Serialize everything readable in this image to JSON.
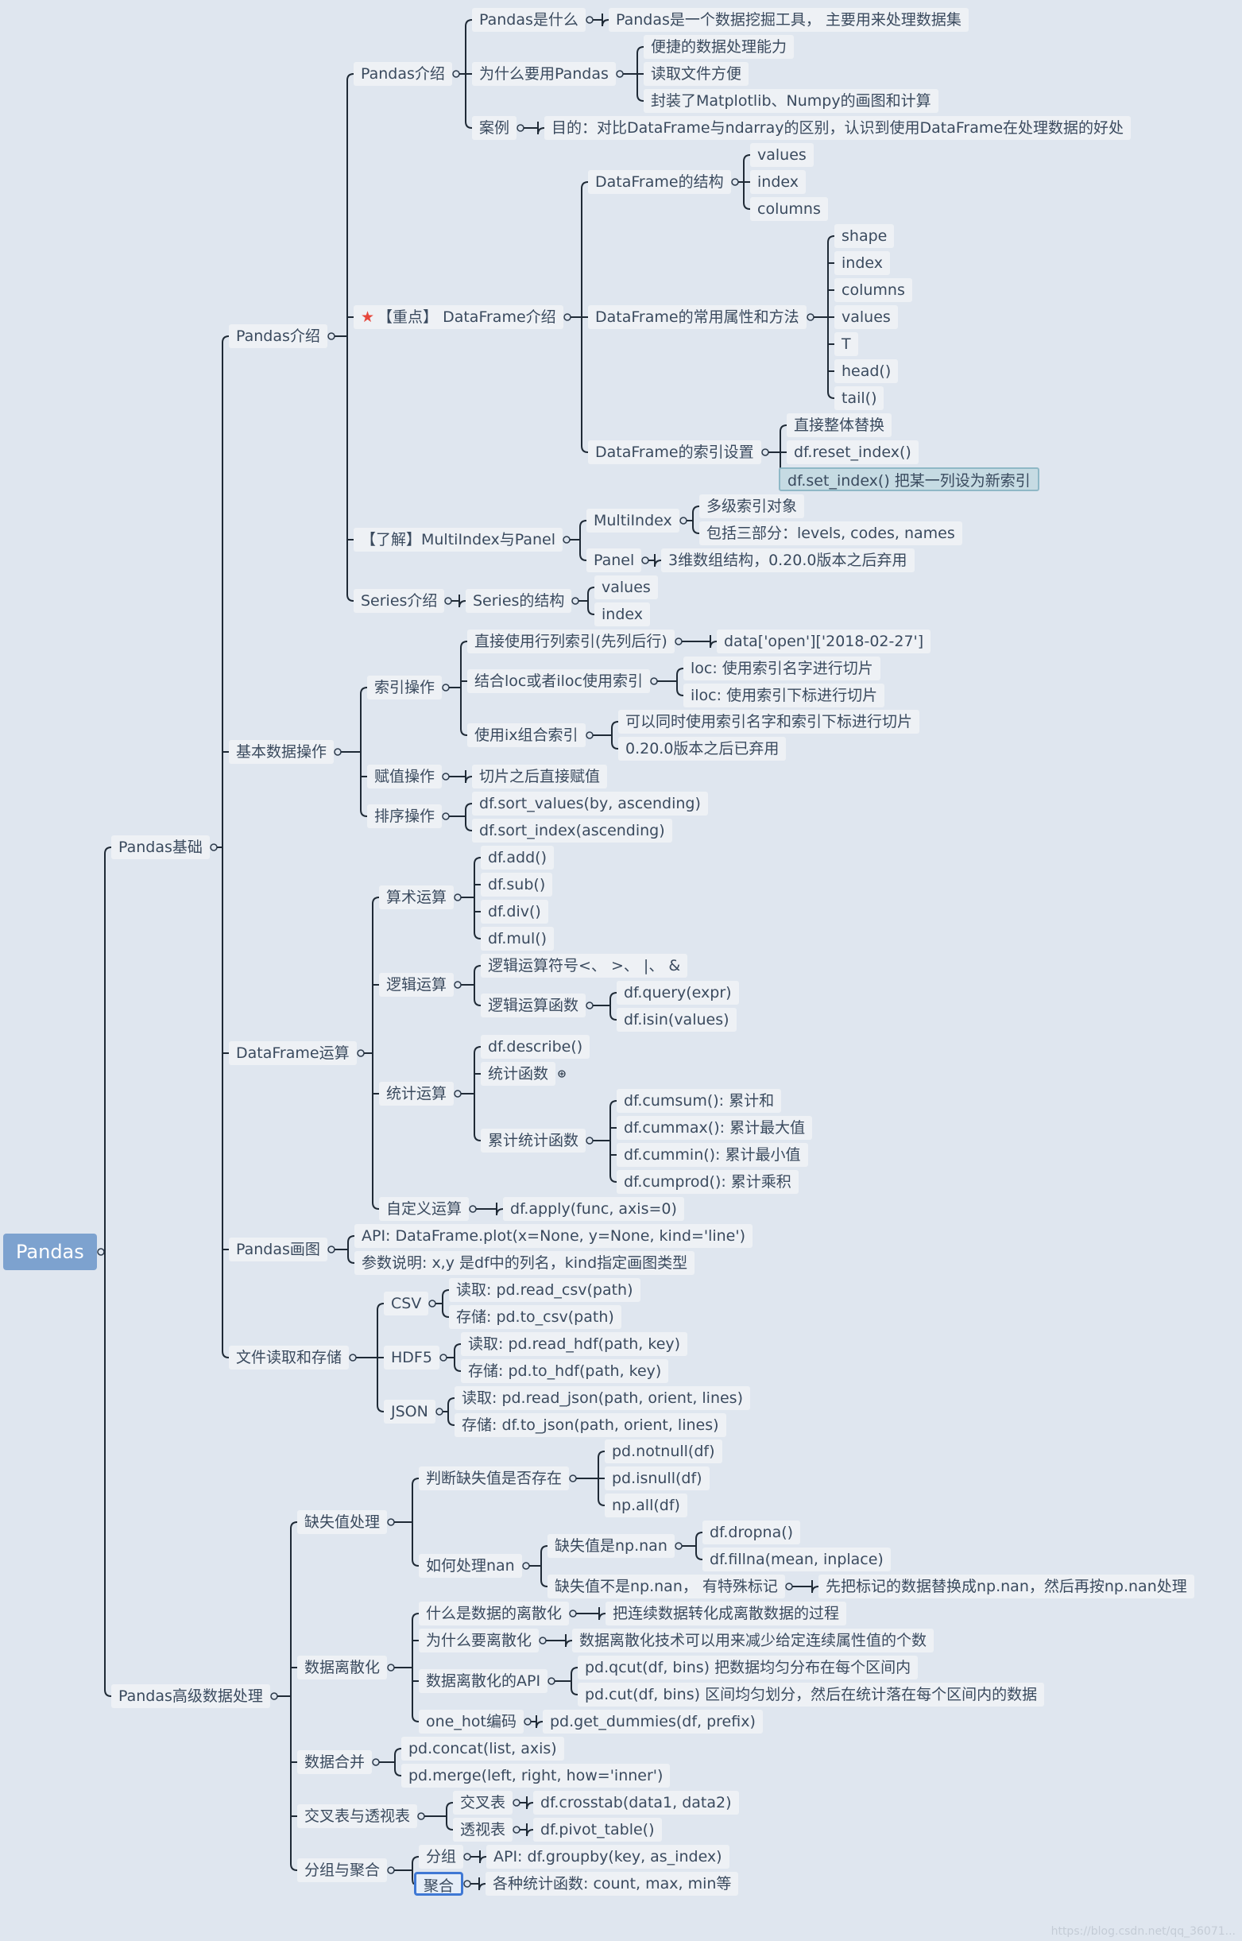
{
  "root": {
    "id": "n0",
    "text": "Pandas",
    "children": [
      {
        "id": "n1",
        "text": "Pandas基础",
        "children": [
          {
            "id": "n2",
            "text": "Pandas介绍",
            "children": [
              {
                "id": "n3",
                "text": "Pandas介绍",
                "children": [
                  {
                    "id": "n4",
                    "text": "Pandas是什么",
                    "children": [
                      {
                        "id": "n5",
                        "text": "Pandas是一个数据挖掘工具， 主要用来处理数据集"
                      }
                    ]
                  },
                  {
                    "id": "n6",
                    "text": "为什么要用Pandas",
                    "children": [
                      {
                        "id": "n7",
                        "text": "便捷的数据处理能力"
                      },
                      {
                        "id": "n8",
                        "text": "读取文件方便"
                      },
                      {
                        "id": "n9",
                        "text": "封装了Matplotlib、Numpy的画图和计算"
                      }
                    ]
                  },
                  {
                    "id": "n10",
                    "text": "案例",
                    "children": [
                      {
                        "id": "n11",
                        "text": "目的：对比DataFrame与ndarray的区别，认识到使用DataFrame在处理数据的好处"
                      }
                    ]
                  }
                ]
              },
              {
                "id": "n12",
                "text": "【重点】 DataFrame介绍",
                "icon": "star-icon",
                "children": [
                  {
                    "id": "n13",
                    "text": "DataFrame的结构",
                    "children": [
                      {
                        "id": "n14",
                        "text": "values"
                      },
                      {
                        "id": "n15",
                        "text": "index"
                      },
                      {
                        "id": "n16",
                        "text": "columns"
                      }
                    ]
                  },
                  {
                    "id": "n17",
                    "text": "DataFrame的常用属性和方法",
                    "children": [
                      {
                        "id": "n18",
                        "text": "shape"
                      },
                      {
                        "id": "n19",
                        "text": "index"
                      },
                      {
                        "id": "n20",
                        "text": "columns"
                      },
                      {
                        "id": "n21",
                        "text": "values"
                      },
                      {
                        "id": "n22",
                        "text": "T"
                      },
                      {
                        "id": "n23",
                        "text": "head()"
                      },
                      {
                        "id": "n24",
                        "text": "tail()"
                      }
                    ]
                  },
                  {
                    "id": "n25",
                    "text": "DataFrame的索引设置",
                    "children": [
                      {
                        "id": "n26",
                        "text": "直接整体替换"
                      },
                      {
                        "id": "n27",
                        "text": "df.reset_index()"
                      },
                      {
                        "id": "n28",
                        "text": "df.set_index()  把某一列设为新索引",
                        "selected": true
                      }
                    ]
                  }
                ]
              },
              {
                "id": "n29",
                "text": "【了解】MultiIndex与Panel",
                "children": [
                  {
                    "id": "n30",
                    "text": "MultiIndex",
                    "children": [
                      {
                        "id": "n31",
                        "text": "多级索引对象"
                      },
                      {
                        "id": "n32",
                        "text": "包括三部分：levels, codes, names"
                      }
                    ]
                  },
                  {
                    "id": "n33",
                    "text": "Panel",
                    "children": [
                      {
                        "id": "n34",
                        "text": "3维数组结构，0.20.0版本之后弃用"
                      }
                    ]
                  }
                ]
              },
              {
                "id": "n35",
                "text": "Series介绍",
                "children": [
                  {
                    "id": "n36",
                    "text": "Series的结构",
                    "children": [
                      {
                        "id": "n37",
                        "text": "values"
                      },
                      {
                        "id": "n38",
                        "text": "index"
                      }
                    ]
                  }
                ]
              }
            ]
          },
          {
            "id": "n39",
            "text": "基本数据操作",
            "children": [
              {
                "id": "n40",
                "text": "索引操作",
                "children": [
                  {
                    "id": "n41",
                    "text": "直接使用行列索引(先列后行)",
                    "children": [
                      {
                        "id": "n42",
                        "text": "data['open']['2018-02-27']"
                      }
                    ]
                  },
                  {
                    "id": "n43",
                    "text": "结合loc或者iloc使用索引",
                    "children": [
                      {
                        "id": "n44",
                        "text": "loc:  使用索引名字进行切片"
                      },
                      {
                        "id": "n45",
                        "text": "iloc:  使用索引下标进行切片"
                      }
                    ]
                  },
                  {
                    "id": "n46",
                    "text": "使用ix组合索引",
                    "children": [
                      {
                        "id": "n47",
                        "text": "可以同时使用索引名字和索引下标进行切片"
                      },
                      {
                        "id": "n48",
                        "text": "0.20.0版本之后已弃用"
                      }
                    ]
                  }
                ]
              },
              {
                "id": "n49",
                "text": "赋值操作",
                "children": [
                  {
                    "id": "n50",
                    "text": "切片之后直接赋值"
                  }
                ]
              },
              {
                "id": "n51",
                "text": "排序操作",
                "children": [
                  {
                    "id": "n52",
                    "text": "df.sort_values(by, ascending)"
                  },
                  {
                    "id": "n53",
                    "text": "df.sort_index(ascending)"
                  }
                ]
              }
            ]
          },
          {
            "id": "n54",
            "text": "DataFrame运算",
            "children": [
              {
                "id": "n55",
                "text": "算术运算",
                "children": [
                  {
                    "id": "n56",
                    "text": "df.add()"
                  },
                  {
                    "id": "n57",
                    "text": "df.sub()"
                  },
                  {
                    "id": "n58",
                    "text": "df.div()"
                  },
                  {
                    "id": "n59",
                    "text": "df.mul()"
                  }
                ]
              },
              {
                "id": "n60",
                "text": "逻辑运算",
                "children": [
                  {
                    "id": "n61",
                    "text": "逻辑运算符号<、 >、 |、 &"
                  },
                  {
                    "id": "n62",
                    "text": "逻辑运算函数",
                    "children": [
                      {
                        "id": "n63",
                        "text": "df.query(expr)"
                      },
                      {
                        "id": "n64",
                        "text": "df.isin(values)"
                      }
                    ]
                  }
                ]
              },
              {
                "id": "n65",
                "text": "统计运算",
                "children": [
                  {
                    "id": "n66",
                    "text": "df.describe()"
                  },
                  {
                    "id": "n67",
                    "text": "统计函数",
                    "collapsed": true
                  },
                  {
                    "id": "n68",
                    "text": "累计统计函数",
                    "children": [
                      {
                        "id": "n69",
                        "text": "df.cumsum():  累计和"
                      },
                      {
                        "id": "n70",
                        "text": "df.cummax():  累计最大值"
                      },
                      {
                        "id": "n71",
                        "text": "df.cummin():  累计最小值"
                      },
                      {
                        "id": "n72",
                        "text": "df.cumprod():  累计乘积"
                      }
                    ]
                  }
                ]
              },
              {
                "id": "n73",
                "text": "自定义运算",
                "children": [
                  {
                    "id": "n74",
                    "text": "df.apply(func, axis=0)"
                  }
                ]
              }
            ]
          },
          {
            "id": "n75",
            "text": "Pandas画图",
            "children": [
              {
                "id": "n76",
                "text": "API:  DataFrame.plot(x=None, y=None, kind='line')"
              },
              {
                "id": "n77",
                "text": "参数说明:  x,y 是df中的列名，kind指定画图类型"
              }
            ]
          },
          {
            "id": "n78",
            "text": "文件读取和存储",
            "children": [
              {
                "id": "n79",
                "text": "CSV",
                "children": [
                  {
                    "id": "n80",
                    "text": "读取:  pd.read_csv(path)"
                  },
                  {
                    "id": "n81",
                    "text": "存储:  pd.to_csv(path)"
                  }
                ]
              },
              {
                "id": "n82",
                "text": "HDF5",
                "children": [
                  {
                    "id": "n83",
                    "text": "读取:  pd.read_hdf(path, key)"
                  },
                  {
                    "id": "n84",
                    "text": "存储:  pd.to_hdf(path, key)"
                  }
                ]
              },
              {
                "id": "n85",
                "text": "JSON",
                "children": [
                  {
                    "id": "n86",
                    "text": "读取:  pd.read_json(path, orient, lines)"
                  },
                  {
                    "id": "n87",
                    "text": "存储:  df.to_json(path, orient, lines)"
                  }
                ]
              }
            ]
          }
        ]
      },
      {
        "id": "n88",
        "text": "Pandas高级数据处理",
        "children": [
          {
            "id": "n89",
            "text": "缺失值处理",
            "children": [
              {
                "id": "n90",
                "text": "判断缺失值是否存在",
                "children": [
                  {
                    "id": "n91",
                    "text": "pd.notnull(df)"
                  },
                  {
                    "id": "n92",
                    "text": "pd.isnull(df)"
                  },
                  {
                    "id": "n93",
                    "text": "np.all(df)"
                  }
                ]
              },
              {
                "id": "n94",
                "text": "如何处理nan",
                "children": [
                  {
                    "id": "n95",
                    "text": "缺失值是np.nan",
                    "children": [
                      {
                        "id": "n96",
                        "text": "df.dropna()"
                      },
                      {
                        "id": "n97",
                        "text": "df.fillna(mean, inplace)"
                      }
                    ]
                  },
                  {
                    "id": "n98",
                    "text": "缺失值不是np.nan， 有特殊标记",
                    "children": [
                      {
                        "id": "n99",
                        "text": "先把标记的数据替换成np.nan，然后再按np.nan处理"
                      }
                    ]
                  }
                ]
              }
            ]
          },
          {
            "id": "n100",
            "text": "数据离散化",
            "children": [
              {
                "id": "n101",
                "text": "什么是数据的离散化",
                "children": [
                  {
                    "id": "n102",
                    "text": "把连续数据转化成离散数据的过程"
                  }
                ]
              },
              {
                "id": "n103",
                "text": "为什么要离散化",
                "children": [
                  {
                    "id": "n104",
                    "text": "数据离散化技术可以用来减少给定连续属性值的个数"
                  }
                ]
              },
              {
                "id": "n105",
                "text": "数据离散化的API",
                "children": [
                  {
                    "id": "n106",
                    "text": "pd.qcut(df, bins)  把数据均匀分布在每个区间内"
                  },
                  {
                    "id": "n107",
                    "text": "pd.cut(df, bins)   区间均匀划分，然后在统计落在每个区间内的数据"
                  }
                ]
              },
              {
                "id": "n108",
                "text": "one_hot编码",
                "children": [
                  {
                    "id": "n109",
                    "text": "pd.get_dummies(df, prefix)"
                  }
                ]
              }
            ]
          },
          {
            "id": "n110",
            "text": "数据合并",
            "children": [
              {
                "id": "n111",
                "text": "pd.concat(list, axis)"
              },
              {
                "id": "n112",
                "text": "pd.merge(left, right, how='inner')"
              }
            ]
          },
          {
            "id": "n113",
            "text": "交叉表与透视表",
            "children": [
              {
                "id": "n114",
                "text": "交叉表",
                "children": [
                  {
                    "id": "n115",
                    "text": "df.crosstab(data1, data2)"
                  }
                ]
              },
              {
                "id": "n116",
                "text": "透视表",
                "children": [
                  {
                    "id": "n117",
                    "text": "df.pivot_table()"
                  }
                ]
              }
            ]
          },
          {
            "id": "n118",
            "text": "分组与聚合",
            "children": [
              {
                "id": "n119",
                "text": "分组",
                "children": [
                  {
                    "id": "n120",
                    "text": "API:  df.groupby(key, as_index)"
                  }
                ]
              },
              {
                "id": "n121",
                "text": "聚合",
                "highlighted": true,
                "children": [
                  {
                    "id": "n122",
                    "text": "各种统计函数:  count, max, min等"
                  }
                ]
              }
            ]
          }
        ]
      }
    ]
  },
  "watermark": "https://blog.csdn.net/qq_36071..."
}
